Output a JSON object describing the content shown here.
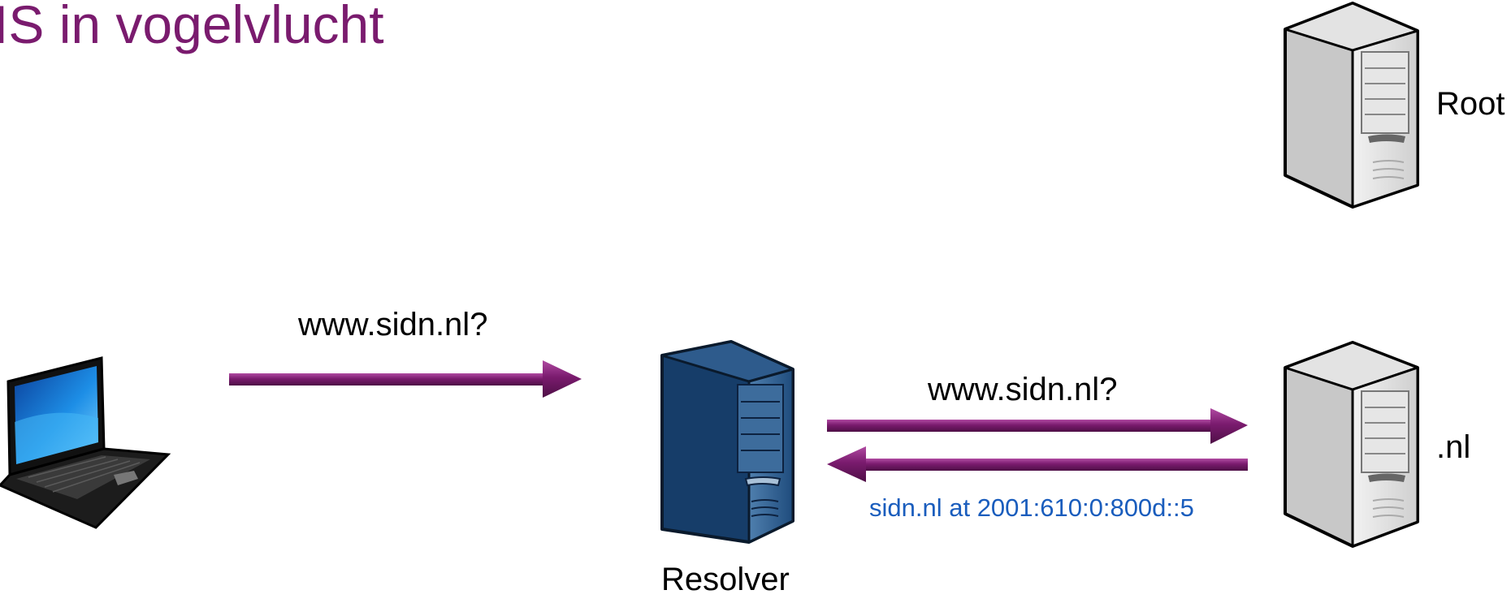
{
  "slide": {
    "title": "IS in vogelvlucht"
  },
  "nodes": {
    "client": {
      "icon": "laptop-icon"
    },
    "resolver": {
      "icon": "server-icon",
      "label": "Resolver",
      "color": "#2d5a8a"
    },
    "root": {
      "icon": "server-icon",
      "label": "Root",
      "color": "#d9d9d9"
    },
    "nl": {
      "icon": "server-icon",
      "label": ".nl",
      "color": "#d9d9d9"
    }
  },
  "messages": {
    "client_query": "www.sidn.nl?",
    "resolver_query": "www.sidn.nl?",
    "nl_answer": "sidn.nl at 2001:610:0:800d::5"
  },
  "colors": {
    "title": "#7a1b6e",
    "arrow": "#7a1b6e",
    "answer_text": "#1a5dbd"
  }
}
